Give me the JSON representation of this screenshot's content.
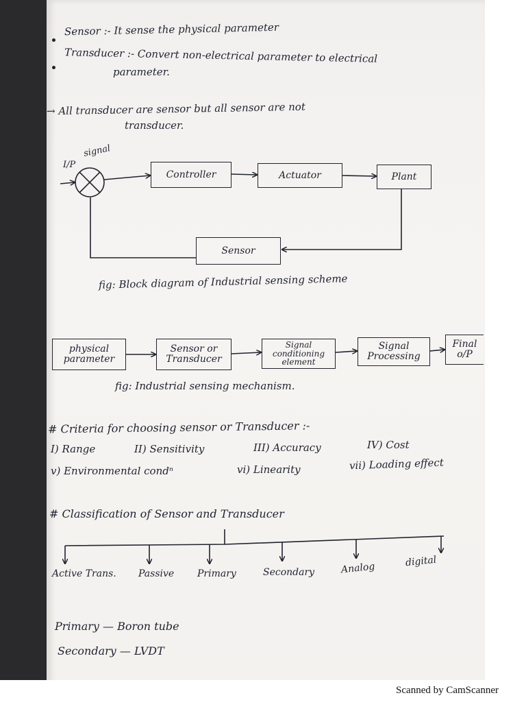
{
  "notes": {
    "sensor": "Sensor :- It sense the physical parameter",
    "transducer_1": "Transducer :- Convert non-electrical parameter to electrical",
    "transducer_2": "parameter.",
    "all_1": "→ All transducer are sensor but all sensor are not",
    "all_2": "transducer."
  },
  "diagram1": {
    "input_label": "I/P",
    "signal_label": "signal",
    "controller": "Controller",
    "actuator": "Actuator",
    "plant": "Plant",
    "sensor": "Sensor",
    "caption": "fig: Block diagram of Industrial sensing scheme"
  },
  "diagram2": {
    "b1_l1": "physical",
    "b1_l2": "parameter",
    "b2_l1": "Sensor or",
    "b2_l2": "Transducer",
    "b3_l1": "Signal",
    "b3_l2": "conditioning",
    "b3_l3": "element",
    "b4_l1": "Signal",
    "b4_l2": "Processing",
    "b5_l1": "Final",
    "b5_l2": "o/P",
    "caption": "fig: Industrial sensing mechanism."
  },
  "criteria": {
    "heading": "# Criteria for choosing sensor or Transducer :-",
    "items": [
      "I) Range",
      "II) Sensitivity",
      "III) Accuracy",
      "IV) Cost",
      "v) Environmental condⁿ",
      "vi) Linearity",
      "vii) Loading effect"
    ]
  },
  "classification": {
    "heading": "# Classification of Sensor and Transducer",
    "branches": [
      "Active Trans.",
      "Passive",
      "Primary",
      "Secondary",
      "Analog",
      "digital"
    ]
  },
  "examples": {
    "primary": "Primary — Boron tube",
    "secondary": "Secondary — LVDT"
  },
  "footer": {
    "scanner": "Scanned by CamScanner"
  }
}
